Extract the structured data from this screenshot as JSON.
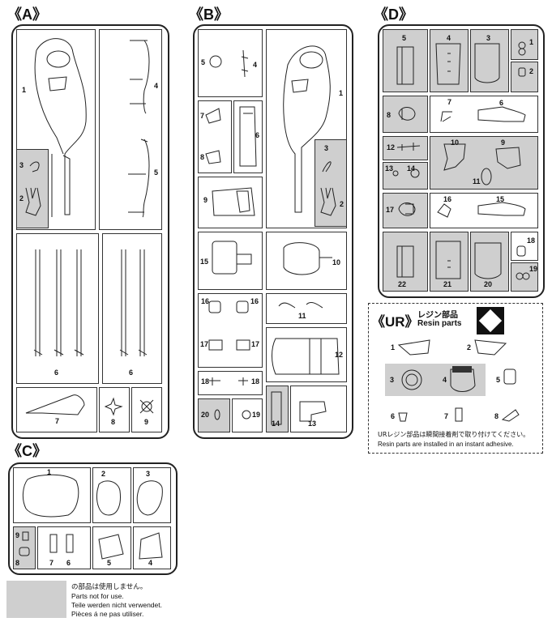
{
  "trees": {
    "A": {
      "label": "《A》",
      "parts": [
        "1",
        "2",
        "3",
        "4",
        "5",
        "6",
        "6",
        "7",
        "8",
        "9"
      ]
    },
    "B": {
      "label": "《B》",
      "parts": [
        "1",
        "2",
        "3",
        "4",
        "5",
        "6",
        "7",
        "8",
        "9",
        "10",
        "11",
        "12",
        "13",
        "14",
        "15",
        "16",
        "16",
        "17",
        "17",
        "18",
        "18",
        "19",
        "20"
      ]
    },
    "C": {
      "label": "《C》",
      "parts": [
        "1",
        "2",
        "3",
        "4",
        "5",
        "6",
        "7",
        "8",
        "9"
      ]
    },
    "D": {
      "label": "《D》",
      "parts": [
        "1",
        "2",
        "3",
        "4",
        "5",
        "6",
        "7",
        "8",
        "9",
        "10",
        "11",
        "12",
        "13",
        "14",
        "15",
        "16",
        "17",
        "18",
        "19",
        "20",
        "21",
        "22"
      ]
    }
  },
  "resin": {
    "badge": "《UR》",
    "title_jp": "レジン部品",
    "title_en": "Resin parts",
    "parts": [
      "1",
      "2",
      "3",
      "4",
      "5",
      "6",
      "7",
      "8"
    ],
    "note_jp": "URレジン部品は瞬間接着剤で取り付けてください。",
    "note_en": "Resin parts are installed in an instant adhesive."
  },
  "legend": {
    "jp": "の部品は使用しません。",
    "en": "Parts not for use.",
    "de": "Teile werden nicht verwendet.",
    "fr": "Pièces á ne pas utiliser.",
    "swatch_color": "#cfcfcf"
  }
}
